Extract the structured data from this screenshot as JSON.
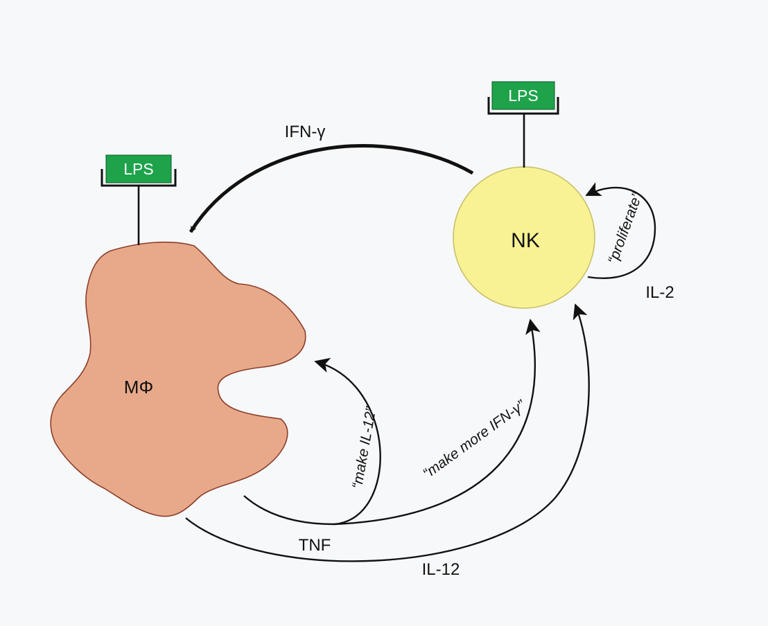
{
  "nodes": {
    "macrophage": {
      "label": "MΦ",
      "color": "#e8a98a"
    },
    "nk": {
      "label": "NK",
      "color": "#f8f294"
    }
  },
  "receptors": {
    "macrophage_lps": {
      "label": "LPS",
      "color": "#1ea34b"
    },
    "nk_lps": {
      "label": "LPS",
      "color": "#1ea34b"
    }
  },
  "arrows": {
    "ifn_gamma": {
      "label": "IFN-γ"
    },
    "il2": {
      "label": "IL-2",
      "message": "“proliferate”"
    },
    "tnf": {
      "label": "TNF"
    },
    "make_il12": {
      "message": "“make IL-12”"
    },
    "make_more_ifn": {
      "message": "“make more IFN-γ”"
    },
    "il12": {
      "label": "IL-12"
    }
  }
}
